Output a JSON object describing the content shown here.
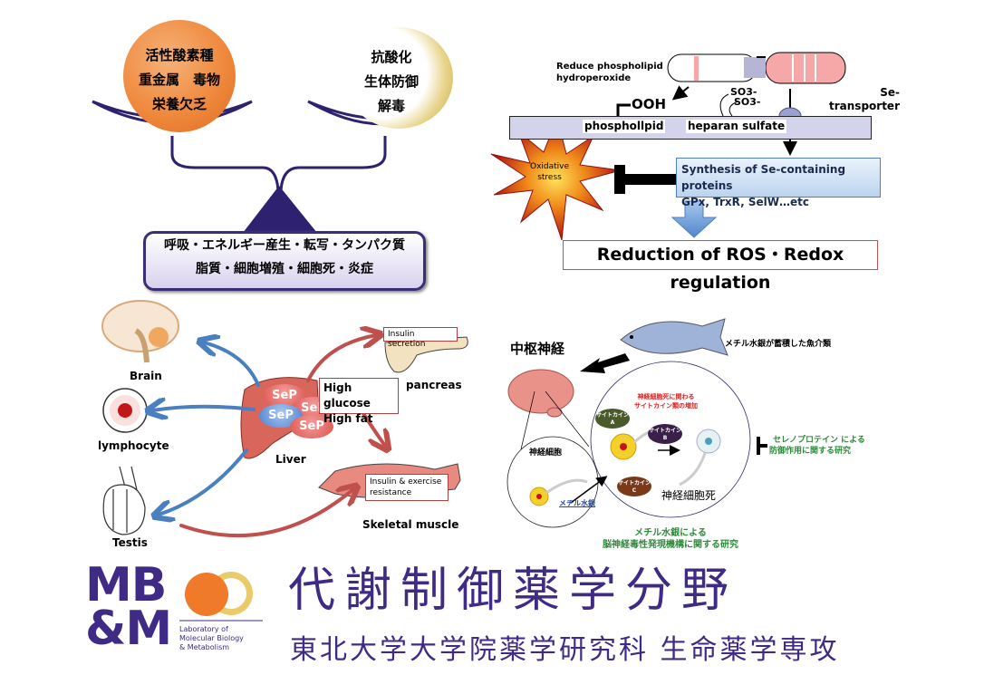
{
  "balance": {
    "left_pan": {
      "lines": [
        "活性酸素種",
        "重金属　毒物",
        "栄養欠乏"
      ]
    },
    "right_pan": {
      "lines": [
        "抗酸化",
        "生体防御",
        "解毒"
      ]
    },
    "base_box": {
      "lines": [
        "呼吸・エネルギー産生・転写・タンパク質",
        "脂質・細胞増殖・細胞死・炎症"
      ]
    }
  },
  "selenium_mechanism": {
    "reduce_label": [
      "Reduce phospholipid",
      "hydroperoxide"
    ],
    "ooh_label": "OOH",
    "so3_labels": [
      "SO3-",
      "SO3-"
    ],
    "transporter_label": [
      "Se-",
      "transporter"
    ],
    "membrane_labels": {
      "phospholipid": "phosphollpid",
      "heparan": "heparan sulfate"
    },
    "oxidative_stress": [
      "Oxidative",
      "stress"
    ],
    "synthesis_box": [
      "Synthesis of Se-containing proteins",
      "GPx, TrxR, SelW…etc"
    ],
    "result_box": "Reduction of ROS・Redox regulation"
  },
  "organs": {
    "brain": "Brain",
    "lymphocyte": "lymphocyte",
    "testis": "Testis",
    "liver": "Liver",
    "pancreas": "pancreas",
    "skeletal_muscle": "Skeletal muscle",
    "sep_labels": [
      "SeP",
      "SeP",
      "SeP",
      "SeP"
    ],
    "high_box": [
      "High glucose",
      "High fat"
    ],
    "insulin_secretion": "Insulin secretion",
    "insulin_exercise": [
      "Insulin & exercise",
      "resistance"
    ]
  },
  "neuro": {
    "cns_title": "中枢神経",
    "fish_label": "メチル水銀が蓄積した魚介類",
    "cytokine_increase": [
      "神経細胞死に関わる",
      "サイトカイン類の増加"
    ],
    "cytokines": [
      {
        "label": "サイトカイン",
        "letter": "A",
        "color": "#4a5a2a"
      },
      {
        "label": "サイトカイン",
        "letter": "B",
        "color": "#3a1f4a"
      },
      {
        "label": "サイトカイン",
        "letter": "C",
        "color": "#7a3a1a"
      }
    ],
    "neuron_label": "神経細胞",
    "methylmercury_link": "メチル水銀",
    "neuron_death": "神経細胞死",
    "selenoprotein_research": [
      "セレノプロテイン による",
      "防御作用に関する研究"
    ],
    "research_caption": [
      "メチル水銀による",
      "脳神経毒性発現機構に関する研究"
    ]
  },
  "footer": {
    "logo_mb": "MB",
    "logo_am": "&M",
    "logo_sub": [
      "Laboratory of",
      "Molecular Biology",
      "& Metabolism"
    ],
    "title": "代謝制御薬学分野",
    "subtitle": "東北大学大学院薬学研究科 生命薬学専攻"
  },
  "colors": {
    "purple": "#3f2a86",
    "balance_purple": "#2e2270",
    "red_arrow": "#c0504d",
    "blue_arrow": "#4a7fc0",
    "green_text": "#2e8b3a",
    "red_text": "#e02020"
  }
}
